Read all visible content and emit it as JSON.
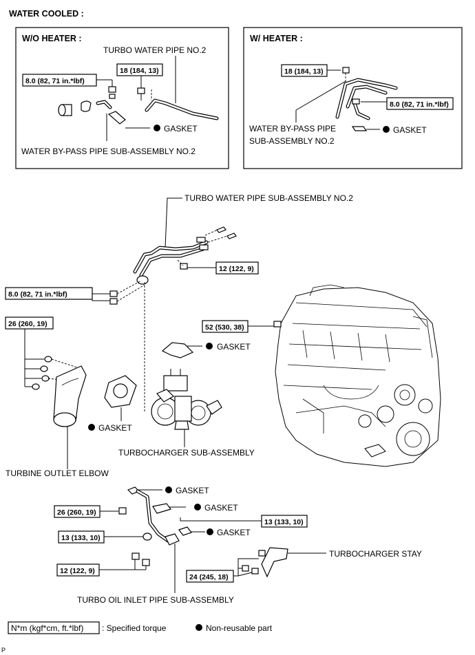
{
  "title": "WATER COOLED :",
  "panels": {
    "wo_heater": {
      "heading": "W/O HEATER :",
      "turbo_water_pipe_label": "TURBO WATER PIPE NO.2",
      "torque_left": "8.0 (82, 71 in.*lbf)",
      "torque_right": "18 (184, 13)",
      "gasket_label": "GASKET",
      "bypass_label": "WATER BY-PASS PIPE SUB-ASSEMBLY NO.2"
    },
    "w_heater": {
      "heading": "W/ HEATER :",
      "torque_top": "18 (184, 13)",
      "torque_right": "8.0 (82, 71 in.*lbf)",
      "bypass_label_line1": "WATER BY-PASS PIPE",
      "bypass_label_line2": "SUB-ASSEMBLY NO.2",
      "gasket_label": "GASKET"
    }
  },
  "main": {
    "turbo_water_pipe_assy": "TURBO WATER PIPE SUB-ASSEMBLY NO.2",
    "torque_12a": "12 (122, 9)",
    "torque_8a": "8.0 (82, 71 in.*lbf)",
    "torque_26a": "26 (260, 19)",
    "torque_52": "52 (530, 38)",
    "gasket_upper": "GASKET",
    "gasket_elbow": "GASKET",
    "turbocharger_label": "TURBOCHARGER SUB-ASSEMBLY",
    "turbine_elbow_label": "TURBINE OUTLET ELBOW"
  },
  "oil": {
    "gasket_1": "GASKET",
    "gasket_2": "GASKET",
    "gasket_3": "GASKET",
    "torque_26b": "26 (260, 19)",
    "torque_13a": "13 (133, 10)",
    "torque_13b": "13 (133, 10)",
    "torque_12b": "12 (122, 9)",
    "torque_24": "24 (245, 18)",
    "stay_label": "TURBOCHARGER STAY",
    "oil_pipe_label": "TURBO OIL INLET PIPE SUB-ASSEMBLY"
  },
  "legend": {
    "torque_unit": "N*m (kgf*cm, ft.*lbf)",
    "torque_desc": ": Specified torque",
    "non_reusable": "Non-reusable part"
  },
  "footer_code": "P"
}
